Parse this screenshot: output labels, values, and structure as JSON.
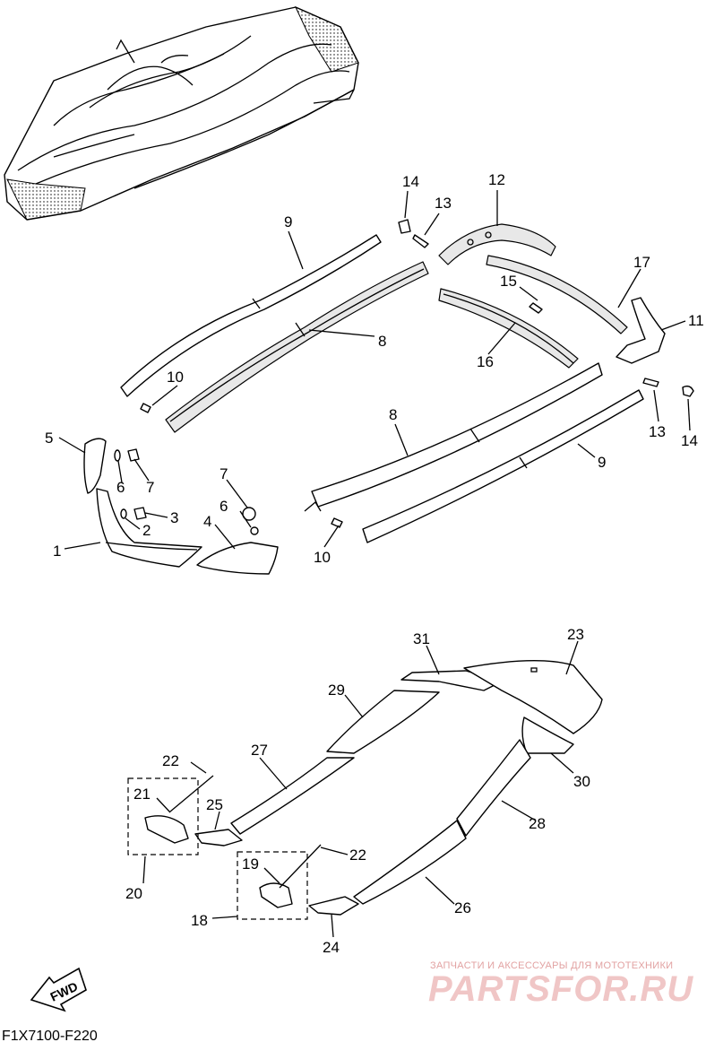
{
  "diagram_code": "F1X7100-F220",
  "watermark": {
    "caption": "ЗАПЧАСТИ И АКСЕССУАРЫ ДЛЯ МОТОТЕХНИКИ",
    "brand": "PARTSFOR.RU"
  },
  "direction_label": "FWD",
  "callouts": {
    "c1": "1",
    "c2": "2",
    "c3": "3",
    "c4": "4",
    "c5": "5",
    "c6a": "6",
    "c6b": "6",
    "c7a": "7",
    "c7b": "7",
    "c8a": "8",
    "c8b": "8",
    "c9a": "9",
    "c9b": "9",
    "c10a": "10",
    "c10b": "10",
    "c11": "11",
    "c12": "12",
    "c13a": "13",
    "c13b": "13",
    "c14a": "14",
    "c14b": "14",
    "c15": "15",
    "c16": "16",
    "c17": "17",
    "c18": "18",
    "c19": "19",
    "c20": "20",
    "c21": "21",
    "c22a": "22",
    "c22b": "22",
    "c23": "23",
    "c24": "24",
    "c25": "25",
    "c26": "26",
    "c27": "27",
    "c28": "28",
    "c29": "29",
    "c30": "30",
    "c31": "31"
  }
}
